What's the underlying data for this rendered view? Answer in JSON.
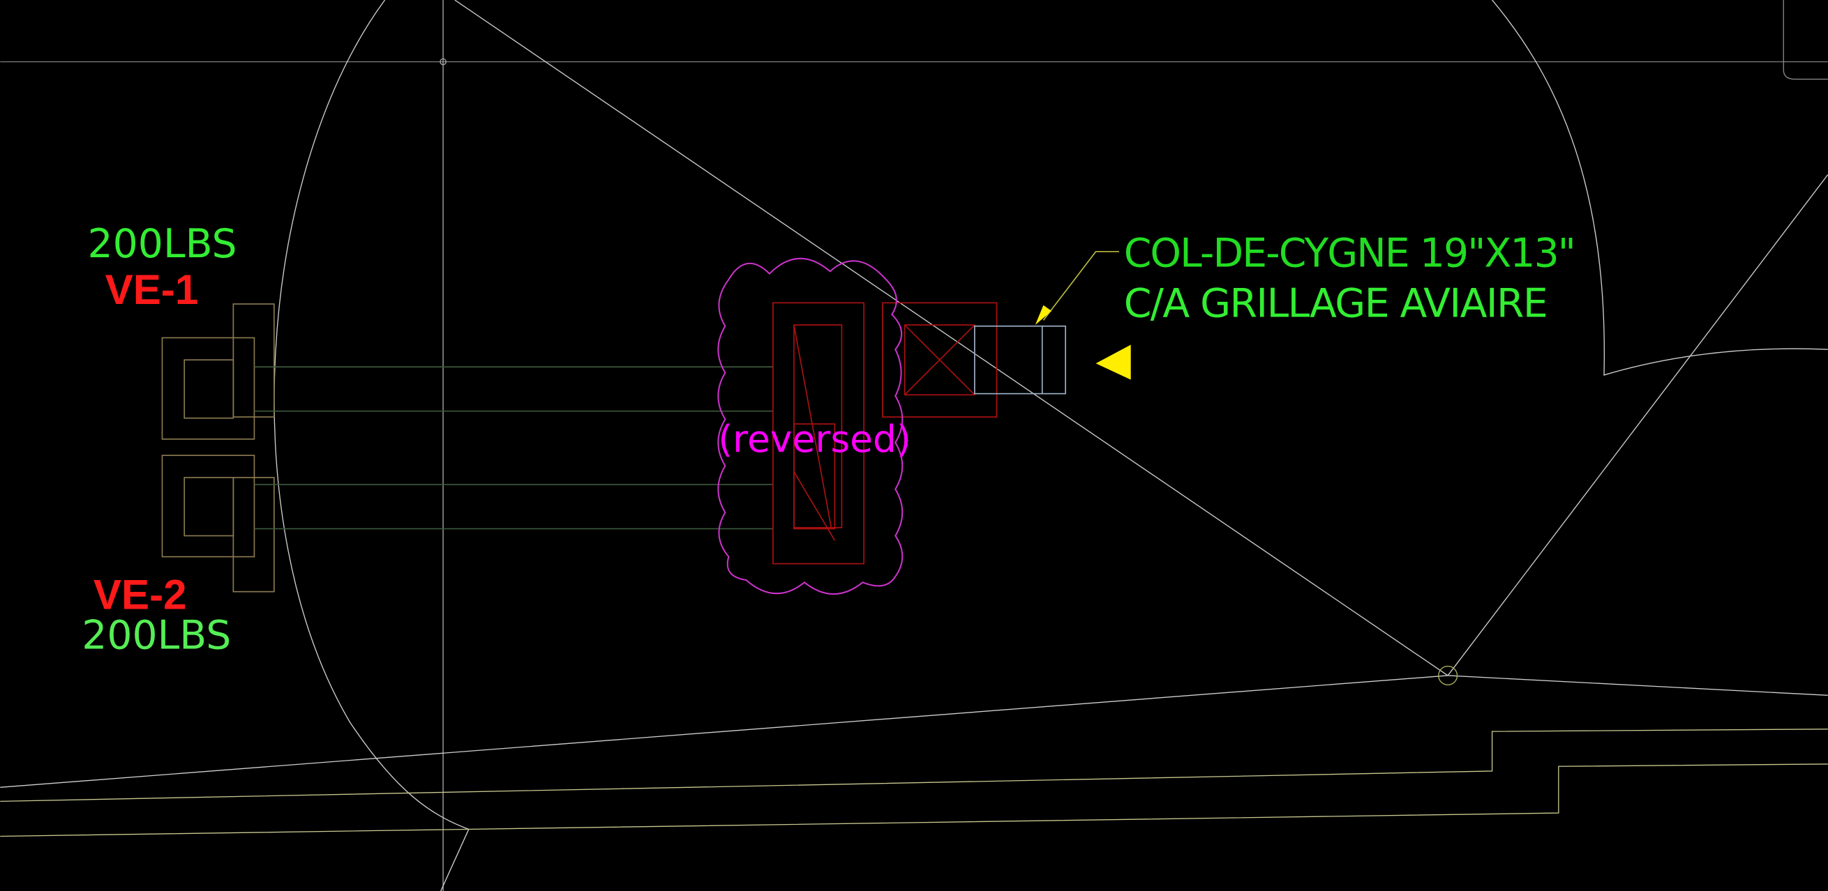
{
  "labels": {
    "ve1_weight": "200LBS",
    "ve1_tag": "VE-1",
    "ve2_tag": "VE-2",
    "ve2_weight": "200LBS",
    "revision_note": "(reversed)",
    "callout_line1": "COL-DE-CYGNE 19\"X13\"",
    "callout_line2": "C/A GRILLAGE AVIAIRE"
  },
  "colors": {
    "background": "#000000",
    "weight_text": "#33ee33",
    "tag_text": "#ff1a1a",
    "revision_cloud": "#cc33cc",
    "callout_text": "#22dd22",
    "equipment": "#aa1111",
    "leader_arrow": "#ffee00"
  }
}
